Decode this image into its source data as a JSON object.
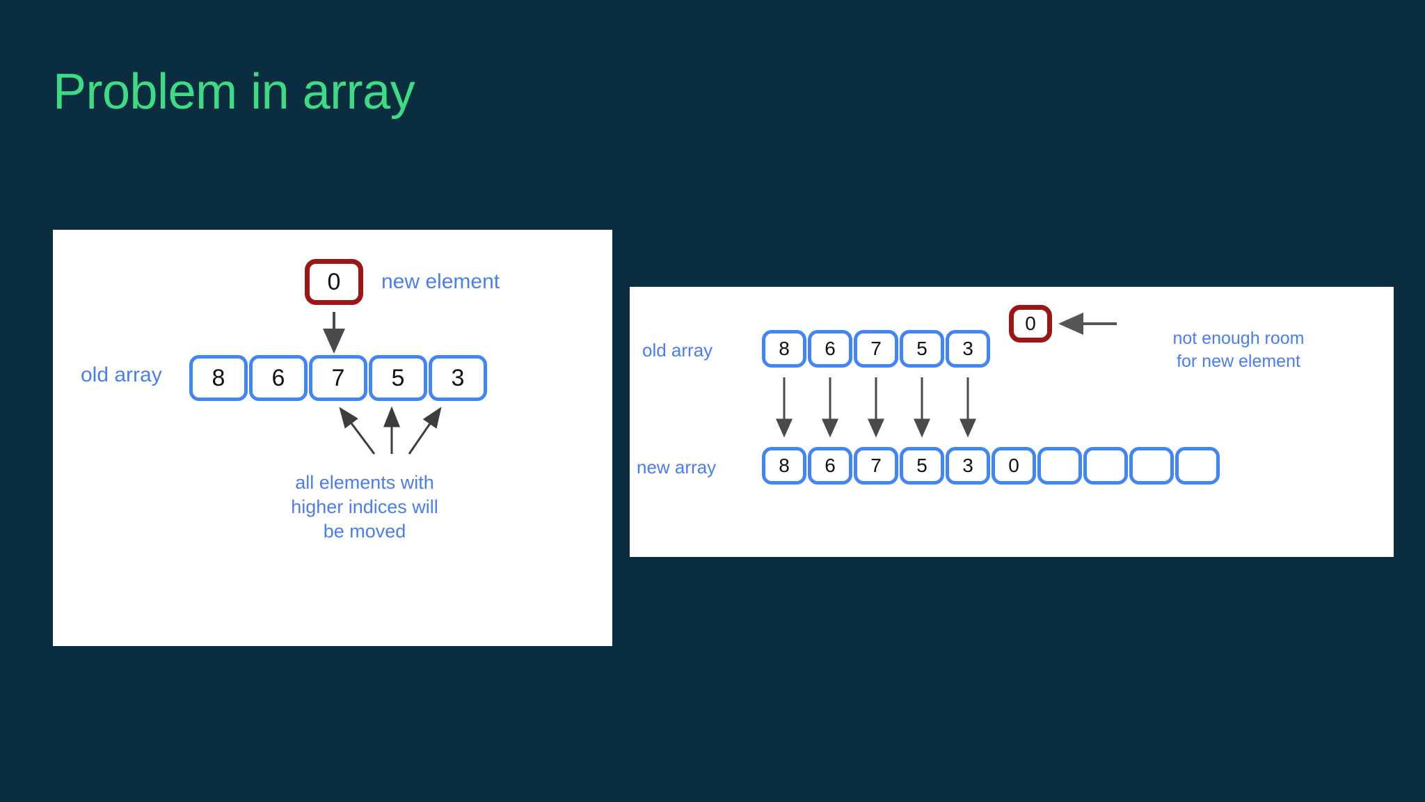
{
  "slide": {
    "title": "Problem in array",
    "background_color": "#0a2e40",
    "title_color": "#3ddc84"
  },
  "colors": {
    "array_border": "#4285f4",
    "highlight_border": "#9c1616",
    "label_text": "#4a7ef0",
    "arrow": "#4a4a4a",
    "panel_background": "#ffffff"
  },
  "left_panel": {
    "name": "insert-into-array-diagram",
    "new_element": {
      "value": "0",
      "label": "new element"
    },
    "old_array": {
      "label": "old array",
      "values": [
        "8",
        "6",
        "7",
        "5",
        "3"
      ]
    },
    "note": "all elements with\nhigher indices will\nbe moved",
    "note_lines": [
      "all elements with",
      "higher indices will",
      "be moved"
    ],
    "insert_index": 2,
    "shift_arrow_count": 3
  },
  "right_panel": {
    "name": "array-resize-diagram",
    "new_element": {
      "value": "0"
    },
    "note": "not enough room\nfor new element",
    "note_lines": [
      "not enough room",
      "for new element"
    ],
    "old_array": {
      "label": "old array",
      "values": [
        "8",
        "6",
        "7",
        "5",
        "3"
      ]
    },
    "new_array": {
      "label": "new array",
      "values": [
        "8",
        "6",
        "7",
        "5",
        "3",
        "0",
        "",
        "",
        "",
        ""
      ],
      "capacity": 10,
      "filled_count": 6
    },
    "copy_arrow_count": 5
  }
}
